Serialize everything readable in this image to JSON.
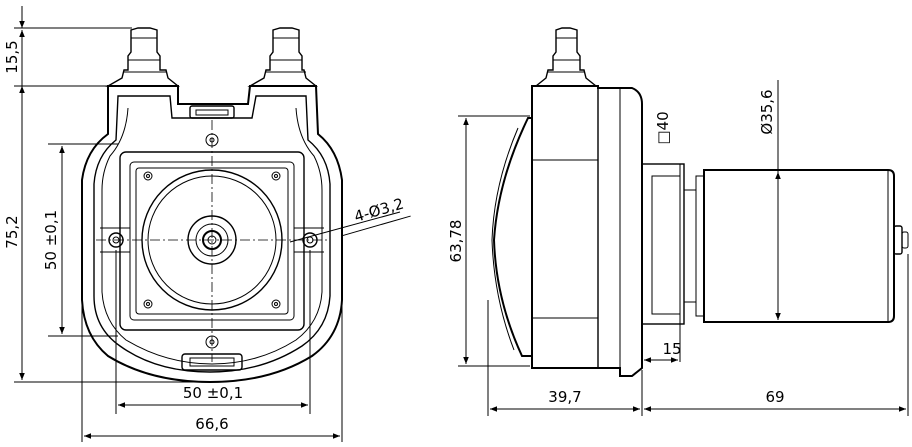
{
  "front_view": {
    "dim_tube_height": "15,5",
    "dim_total_height": "75,2",
    "dim_hole_vertical": "50 ±0,1",
    "dim_hole_horizontal": "50 ±0,1",
    "dim_total_width": "66,6",
    "dim_holes": "4-Ø3,2"
  },
  "side_view": {
    "dim_square": "□40",
    "dim_motor_diameter": "Ø35,6",
    "dim_head_height": "63,78",
    "dim_shaft": "15",
    "dim_head_depth": "39,7",
    "dim_motor_length": "69"
  }
}
